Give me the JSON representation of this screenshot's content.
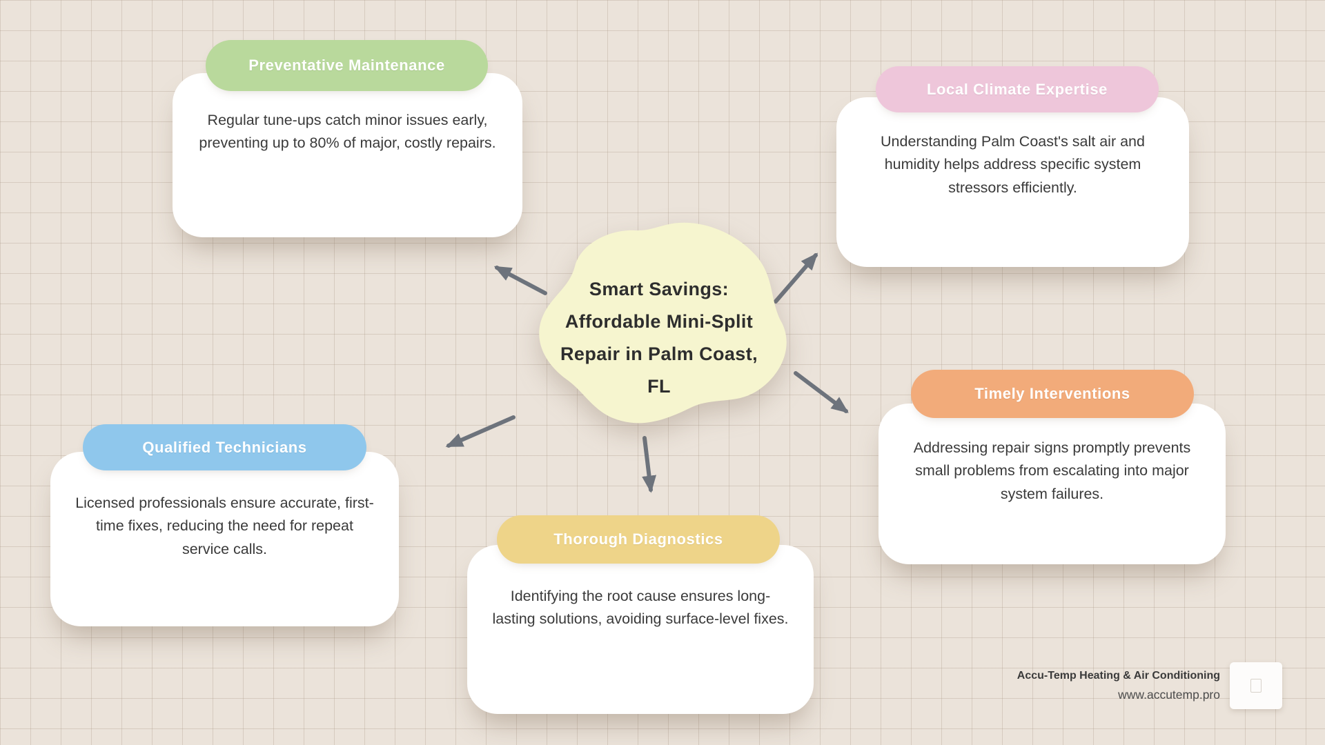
{
  "page": {
    "background_color": "#ebe3da",
    "grid_line_color": "#d9cfc4"
  },
  "center": {
    "title": "Smart Savings: Affordable Mini-Split Repair in Palm Coast, FL",
    "title_lines": [
      "Smart Savings:",
      "Affordable Mini-Split",
      "Repair in Palm Coast,",
      "FL"
    ],
    "blob_color": "#f6f5cf",
    "text_color": "#2e2e2e"
  },
  "arrow_color": "#6d737c",
  "nodes": [
    {
      "id": "preventative-maintenance",
      "label": "Preventative Maintenance",
      "color": "#b9d99c",
      "text": "Regular tune-ups catch minor issues early, preventing up to 80% of major, costly repairs."
    },
    {
      "id": "local-climate-expertise",
      "label": "Local Climate Expertise",
      "color": "#eec6da",
      "text": "Understanding Palm Coast's salt air and humidity helps address specific system stressors efficiently."
    },
    {
      "id": "qualified-technicians",
      "label": "Qualified Technicians",
      "color": "#8fc7ec",
      "text": "Licensed professionals ensure accurate, first-time fixes, reducing the need for repeat service calls."
    },
    {
      "id": "thorough-diagnostics",
      "label": "Thorough Diagnostics",
      "color": "#eed489",
      "text": "Identifying the root cause ensures long-lasting solutions, avoiding surface-level fixes."
    },
    {
      "id": "timely-interventions",
      "label": "Timely Interventions",
      "color": "#f2ab7a",
      "text": "Addressing repair signs promptly prevents small problems from escalating into major system failures."
    }
  ],
  "footer": {
    "company": "Accu-Temp Heating & Air Conditioning",
    "website": "www.accutemp.pro"
  }
}
